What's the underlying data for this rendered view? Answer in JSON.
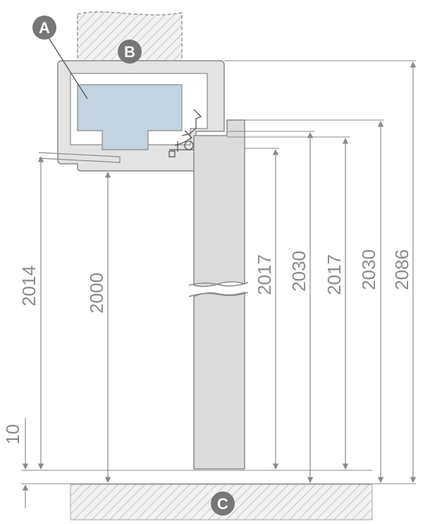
{
  "colors": {
    "line": "#8a8a8a",
    "dark_line": "#555555",
    "frame_fill": "#e3e3e3",
    "door_fill": "#dcdcdc",
    "blue_fill": "#c3d3df",
    "hatch": "#b9b9b9",
    "callout_fill": "#777777",
    "text": "#8c8c8c"
  },
  "callouts": {
    "a": "A",
    "b": "B",
    "c": "C"
  },
  "dimensions": {
    "d10": "10",
    "d2014": "2014",
    "d2000": "2000",
    "d2017_inner": "2017",
    "d2030_inner": "2030",
    "d2017_outer": "2017",
    "d2030_outer": "2030",
    "d2086": "2086"
  }
}
